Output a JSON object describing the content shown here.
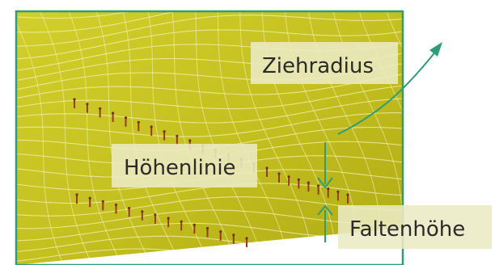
{
  "labels": {
    "ziehradius": "Ziehradius",
    "hoehenlinie": "Höhenlinie",
    "faltenhoehe": "Faltenhöhe"
  },
  "colors": {
    "surface": "#c8c422",
    "surface_dark": "#a9a718",
    "mesh": "#f3f1b6",
    "frame": "#2e9e77",
    "arrow": "#2e9e77",
    "label_box": "#ecebc4",
    "marker": "#9a3b1c"
  }
}
